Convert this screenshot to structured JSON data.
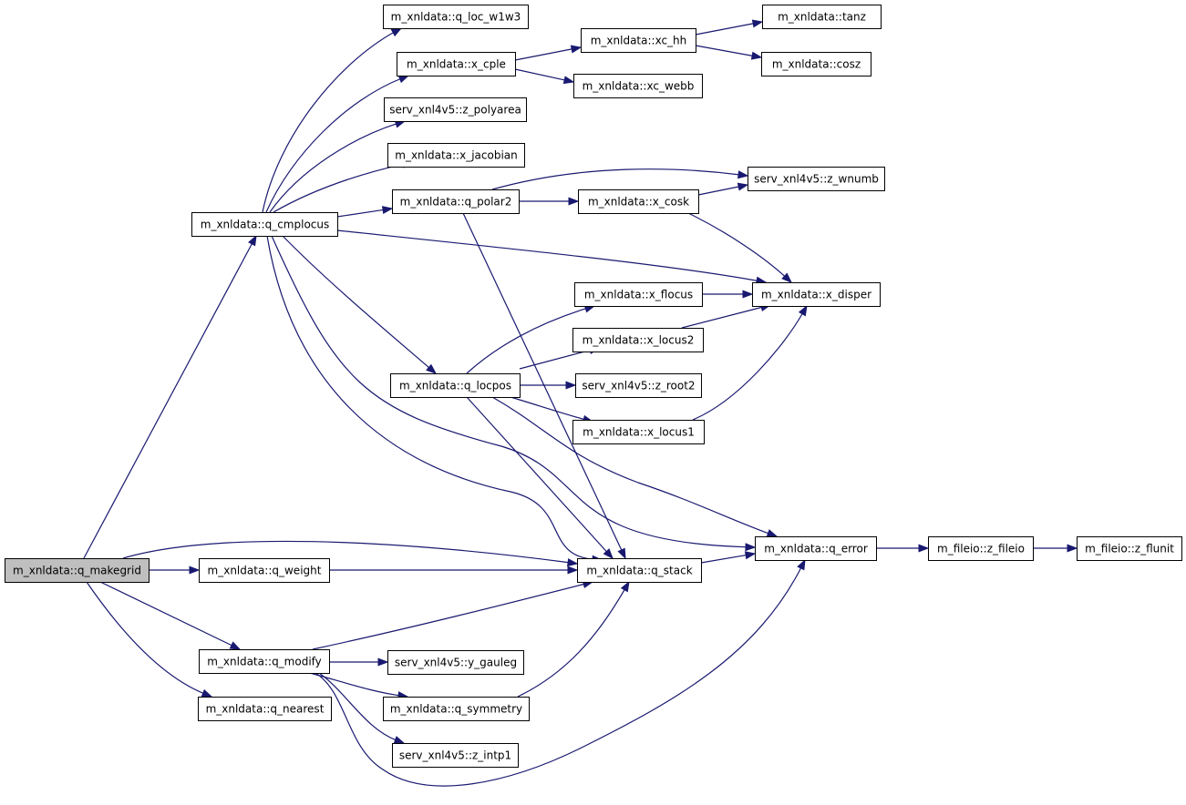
{
  "colors": {
    "edge": "#191970",
    "node_fill": "#ffffff",
    "root_fill": "#bfbfbf",
    "border": "#000000"
  },
  "nodes": [
    {
      "id": "q_makegrid",
      "label": "m_xnldata::q_makegrid",
      "root": true
    },
    {
      "id": "q_cmplocus",
      "label": "m_xnldata::q_cmplocus"
    },
    {
      "id": "q_weight",
      "label": "m_xnldata::q_weight"
    },
    {
      "id": "q_modify",
      "label": "m_xnldata::q_modify"
    },
    {
      "id": "q_nearest",
      "label": "m_xnldata::q_nearest"
    },
    {
      "id": "q_loc_w1w3",
      "label": "m_xnldata::q_loc_w1w3"
    },
    {
      "id": "x_cple",
      "label": "m_xnldata::x_cple"
    },
    {
      "id": "z_polyarea",
      "label": "serv_xnl4v5::z_polyarea"
    },
    {
      "id": "x_jacobian",
      "label": "m_xnldata::x_jacobian"
    },
    {
      "id": "q_polar2",
      "label": "m_xnldata::q_polar2"
    },
    {
      "id": "q_locpos",
      "label": "m_xnldata::q_locpos"
    },
    {
      "id": "xc_hh",
      "label": "m_xnldata::xc_hh"
    },
    {
      "id": "xc_webb",
      "label": "m_xnldata::xc_webb"
    },
    {
      "id": "tanz",
      "label": "m_xnldata::tanz"
    },
    {
      "id": "cosz",
      "label": "m_xnldata::cosz"
    },
    {
      "id": "x_cosk",
      "label": "m_xnldata::x_cosk"
    },
    {
      "id": "z_wnumb",
      "label": "serv_xnl4v5::z_wnumb"
    },
    {
      "id": "x_flocus",
      "label": "m_xnldata::x_flocus"
    },
    {
      "id": "x_disper",
      "label": "m_xnldata::x_disper"
    },
    {
      "id": "x_locus2",
      "label": "m_xnldata::x_locus2"
    },
    {
      "id": "z_root2",
      "label": "serv_xnl4v5::z_root2"
    },
    {
      "id": "x_locus1",
      "label": "m_xnldata::x_locus1"
    },
    {
      "id": "q_error",
      "label": "m_xnldata::q_error"
    },
    {
      "id": "z_fileio",
      "label": "m_fileio::z_fileio"
    },
    {
      "id": "z_flunit",
      "label": "m_fileio::z_flunit"
    },
    {
      "id": "q_stack",
      "label": "m_xnldata::q_stack"
    },
    {
      "id": "y_gauleg",
      "label": "serv_xnl4v5::y_gauleg"
    },
    {
      "id": "q_symmetry",
      "label": "m_xnldata::q_symmetry"
    },
    {
      "id": "z_intp1",
      "label": "serv_xnl4v5::z_intp1"
    }
  ],
  "edges": [
    {
      "from": "q_makegrid",
      "to": "q_cmplocus"
    },
    {
      "from": "q_makegrid",
      "to": "q_weight"
    },
    {
      "from": "q_makegrid",
      "to": "q_stack"
    },
    {
      "from": "q_makegrid",
      "to": "q_modify"
    },
    {
      "from": "q_makegrid",
      "to": "q_nearest"
    },
    {
      "from": "q_cmplocus",
      "to": "q_loc_w1w3"
    },
    {
      "from": "q_cmplocus",
      "to": "x_cple"
    },
    {
      "from": "q_cmplocus",
      "to": "z_polyarea"
    },
    {
      "from": "q_cmplocus",
      "to": "x_jacobian"
    },
    {
      "from": "q_cmplocus",
      "to": "q_polar2"
    },
    {
      "from": "q_cmplocus",
      "to": "x_disper"
    },
    {
      "from": "q_cmplocus",
      "to": "q_locpos"
    },
    {
      "from": "q_cmplocus",
      "to": "q_error"
    },
    {
      "from": "q_cmplocus",
      "to": "q_stack"
    },
    {
      "from": "x_cple",
      "to": "xc_hh"
    },
    {
      "from": "x_cple",
      "to": "xc_webb"
    },
    {
      "from": "xc_hh",
      "to": "tanz"
    },
    {
      "from": "xc_hh",
      "to": "cosz"
    },
    {
      "from": "q_polar2",
      "to": "z_wnumb"
    },
    {
      "from": "q_polar2",
      "to": "x_cosk"
    },
    {
      "from": "q_polar2",
      "to": "q_stack"
    },
    {
      "from": "x_cosk",
      "to": "z_wnumb"
    },
    {
      "from": "x_cosk",
      "to": "x_disper"
    },
    {
      "from": "x_flocus",
      "to": "x_disper"
    },
    {
      "from": "x_locus2",
      "to": "x_disper"
    },
    {
      "from": "x_locus1",
      "to": "x_disper"
    },
    {
      "from": "q_locpos",
      "to": "x_flocus"
    },
    {
      "from": "q_locpos",
      "to": "x_locus2"
    },
    {
      "from": "q_locpos",
      "to": "z_root2"
    },
    {
      "from": "q_locpos",
      "to": "x_locus1"
    },
    {
      "from": "q_locpos",
      "to": "q_error"
    },
    {
      "from": "q_locpos",
      "to": "q_stack"
    },
    {
      "from": "q_error",
      "to": "z_fileio"
    },
    {
      "from": "z_fileio",
      "to": "z_flunit"
    },
    {
      "from": "q_stack",
      "to": "q_error"
    },
    {
      "from": "q_weight",
      "to": "q_stack"
    },
    {
      "from": "q_modify",
      "to": "q_stack"
    },
    {
      "from": "q_modify",
      "to": "y_gauleg"
    },
    {
      "from": "q_modify",
      "to": "q_symmetry"
    },
    {
      "from": "q_modify",
      "to": "z_intp1"
    },
    {
      "from": "q_modify",
      "to": "q_error"
    },
    {
      "from": "q_symmetry",
      "to": "q_stack"
    }
  ]
}
